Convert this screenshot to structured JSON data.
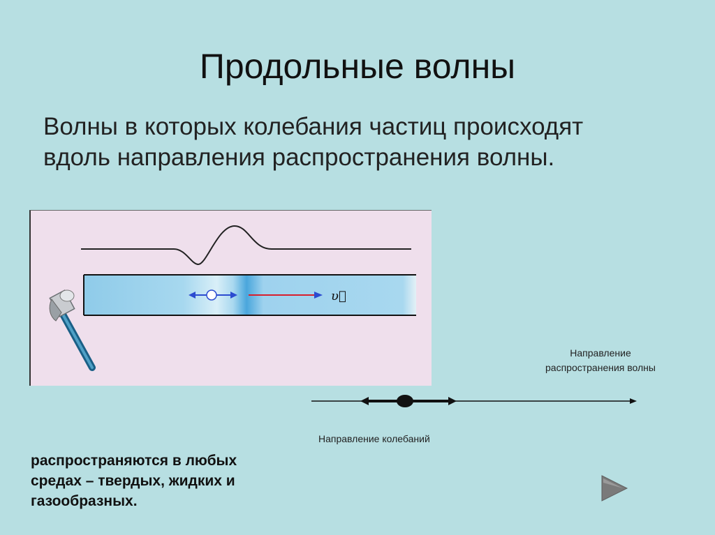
{
  "slide": {
    "title": "Продольные волны",
    "definition": {
      "line1": "Волны в которых колебания частиц происходят",
      "line2": "вдоль направления распространения волны."
    },
    "figure": {
      "velocity_label": "υ⃗",
      "icons": [
        "hammer-icon",
        "velocity-arrow-icon"
      ]
    },
    "labels": {
      "propagation_line1": "Направление",
      "propagation_line2": "распространения волны",
      "oscillation": "Направление колебаний"
    },
    "media_text": {
      "line1": "распространяются в любых",
      "line2": "средах – твердых, жидких и",
      "line3": "газообразных."
    },
    "navigation": {
      "next_icon": "play-next-icon"
    },
    "colors": {
      "background": "#b7dfe2",
      "figure_background": "#efdfec",
      "tube": "#9fd2ec",
      "velocity_arrow": "#d81e2c",
      "oscillation_arrow": "#2b4bd0",
      "next_button": "#7a7a7a"
    }
  }
}
